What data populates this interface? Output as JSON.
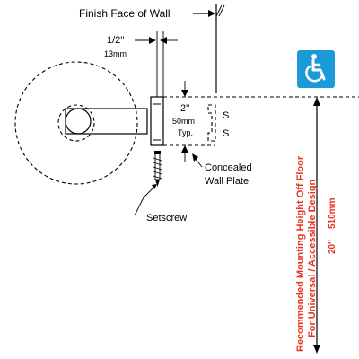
{
  "labels": {
    "finish_face": "Finish Face of Wall",
    "dim_half_in": "1/2''",
    "dim_13mm": "13mm",
    "dim_2in": "2''",
    "dim_50mm": "50mm",
    "dim_typ": "Typ.",
    "s_top": "S",
    "s_bottom": "S",
    "concealed_line1": "Concealed",
    "concealed_line2": "Wall Plate",
    "setscrew": "Setscrew",
    "vertical_line1": "Recommended Mounting Height Off Floor",
    "vertical_line2": "For Universal / Accessible Design",
    "height_in": "20''",
    "height_mm": "510mm"
  },
  "icons": {
    "accessibility": "wheelchair-accessibility-icon"
  },
  "colors": {
    "accessibility_bg": "#1a9ad6",
    "accent_red": "#e8341e",
    "line": "#000000"
  }
}
